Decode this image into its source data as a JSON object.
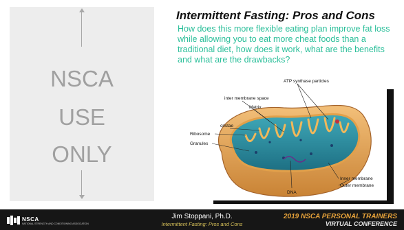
{
  "slide": {
    "watermark_lines": [
      "NSCA",
      "USE",
      "ONLY"
    ],
    "title": "Intermittent Fasting: Pros and Cons",
    "subtitle": "How does this more flexible eating plan improve fat loss while allowing you to eat more cheat foods than a traditional diet, how does it work, what are the benefits and what are the drawbacks?",
    "diagram_labels": {
      "atp": "ATP synthase particles",
      "inter_membrane": "inter membrane space",
      "matrix": "Matrix",
      "ribosome": "Ribosome",
      "cristae": "cristae",
      "granules": "Granules",
      "dna": "DNA",
      "inner_membrane": "Inner membrane",
      "outer_membrane": "Outer membrane"
    }
  },
  "footer": {
    "logo_text": "NSCA",
    "logo_sub": "NATIONAL STRENGTH AND CONDITIONING ASSOCIATION",
    "presenter": "Jim Stoppani, Ph.D.",
    "talk_title": "Intermittent Fasting: Pros and Cons",
    "conference_line1": "2019 NSCA PERSONAL TRAINERS",
    "conference_line2": "VIRTUAL CONFERENCE"
  },
  "colors": {
    "title": "#111111",
    "subtitle": "#2bbf9a",
    "footer_bg": "#161616",
    "accent_orange": "#e8a33a"
  }
}
